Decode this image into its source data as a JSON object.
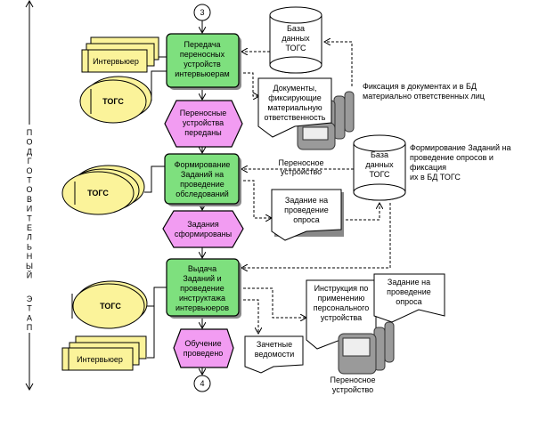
{
  "diagram": {
    "side_label": [
      "П",
      "О",
      "Д",
      "Г",
      "О",
      "Т",
      "О",
      "В",
      "И",
      "Т",
      "Е",
      "Л",
      "Ь",
      "Н",
      "Ы",
      "Й",
      "Э",
      "Т",
      "А",
      "П"
    ],
    "connector_top": "3",
    "connector_bottom": "4",
    "functions": [
      {
        "lines": [
          "Передача",
          "переносных",
          "устройств",
          "интервьюерам"
        ]
      },
      {
        "lines": [
          "Формирование",
          "Заданий на",
          "проведение",
          "обследований"
        ]
      },
      {
        "lines": [
          "Выдача",
          "Заданий и",
          "проведение",
          "инструктажа",
          "интервьюеров"
        ]
      }
    ],
    "events": [
      {
        "lines": [
          "Переносные",
          "устройства",
          "переданы"
        ]
      },
      {
        "lines": [
          "Задания",
          "сформированы"
        ]
      },
      {
        "lines": [
          "Обучение",
          "проведено"
        ]
      }
    ],
    "org_units": {
      "togs": "ТОГС",
      "interviewer": "Интервьюер"
    },
    "databases": [
      {
        "lines": [
          "База",
          "данных",
          "ТОГС"
        ]
      },
      {
        "lines": [
          "База",
          "данных",
          "ТОГС"
        ]
      }
    ],
    "documents": [
      {
        "lines": [
          "Документы,",
          "фиксирующие",
          "материальную",
          "ответственность"
        ]
      },
      {
        "lines": [
          "Задание на",
          "проведение",
          "опроса"
        ]
      },
      {
        "lines": [
          "Зачетные",
          "ведомости"
        ]
      },
      {
        "lines": [
          "Инструкция по",
          "применению",
          "персонального",
          "устройства"
        ]
      },
      {
        "lines": [
          "Задание на",
          "проведение",
          "опроса"
        ]
      }
    ],
    "device_label": [
      "Переносное",
      "устройство"
    ],
    "annotations": [
      {
        "lines": [
          "Фиксация в документах и в БД",
          "материально ответственных лиц"
        ]
      },
      {
        "lines": [
          "Формирование Заданий на",
          "проведение опросов и",
          "фиксация",
          "их в БД ТОГС"
        ]
      }
    ],
    "colors": {
      "function": "#7ee07e",
      "event": "#f29cf2",
      "org_unit": "#fbf39a"
    }
  }
}
